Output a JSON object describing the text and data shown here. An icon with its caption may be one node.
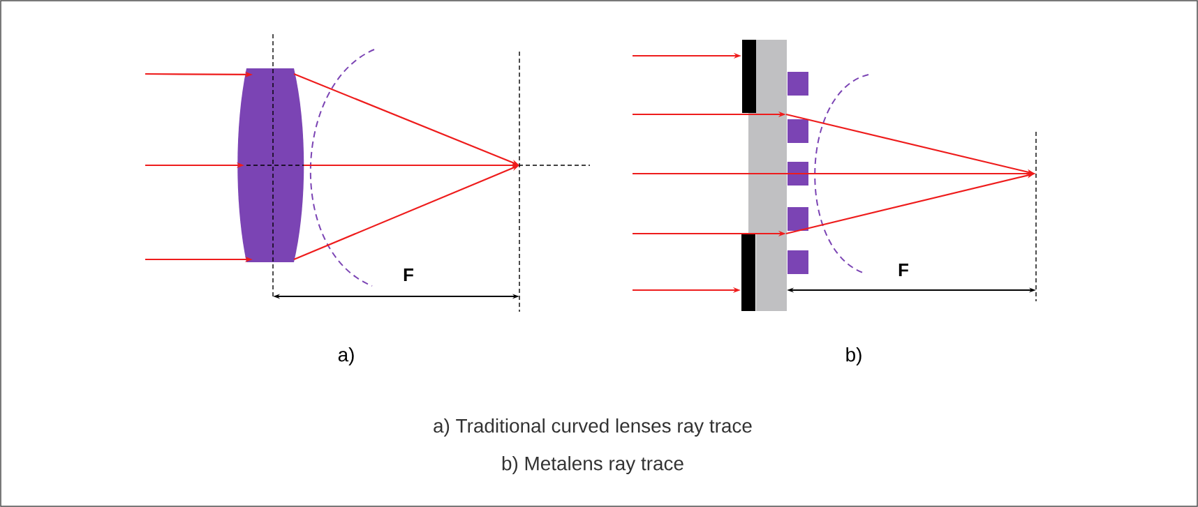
{
  "diagram": {
    "labels": [
      "F",
      "a)",
      "F",
      "b)",
      "a) Traditional curved lenses ray trace",
      "b) Metalens ray trace"
    ]
  }
}
